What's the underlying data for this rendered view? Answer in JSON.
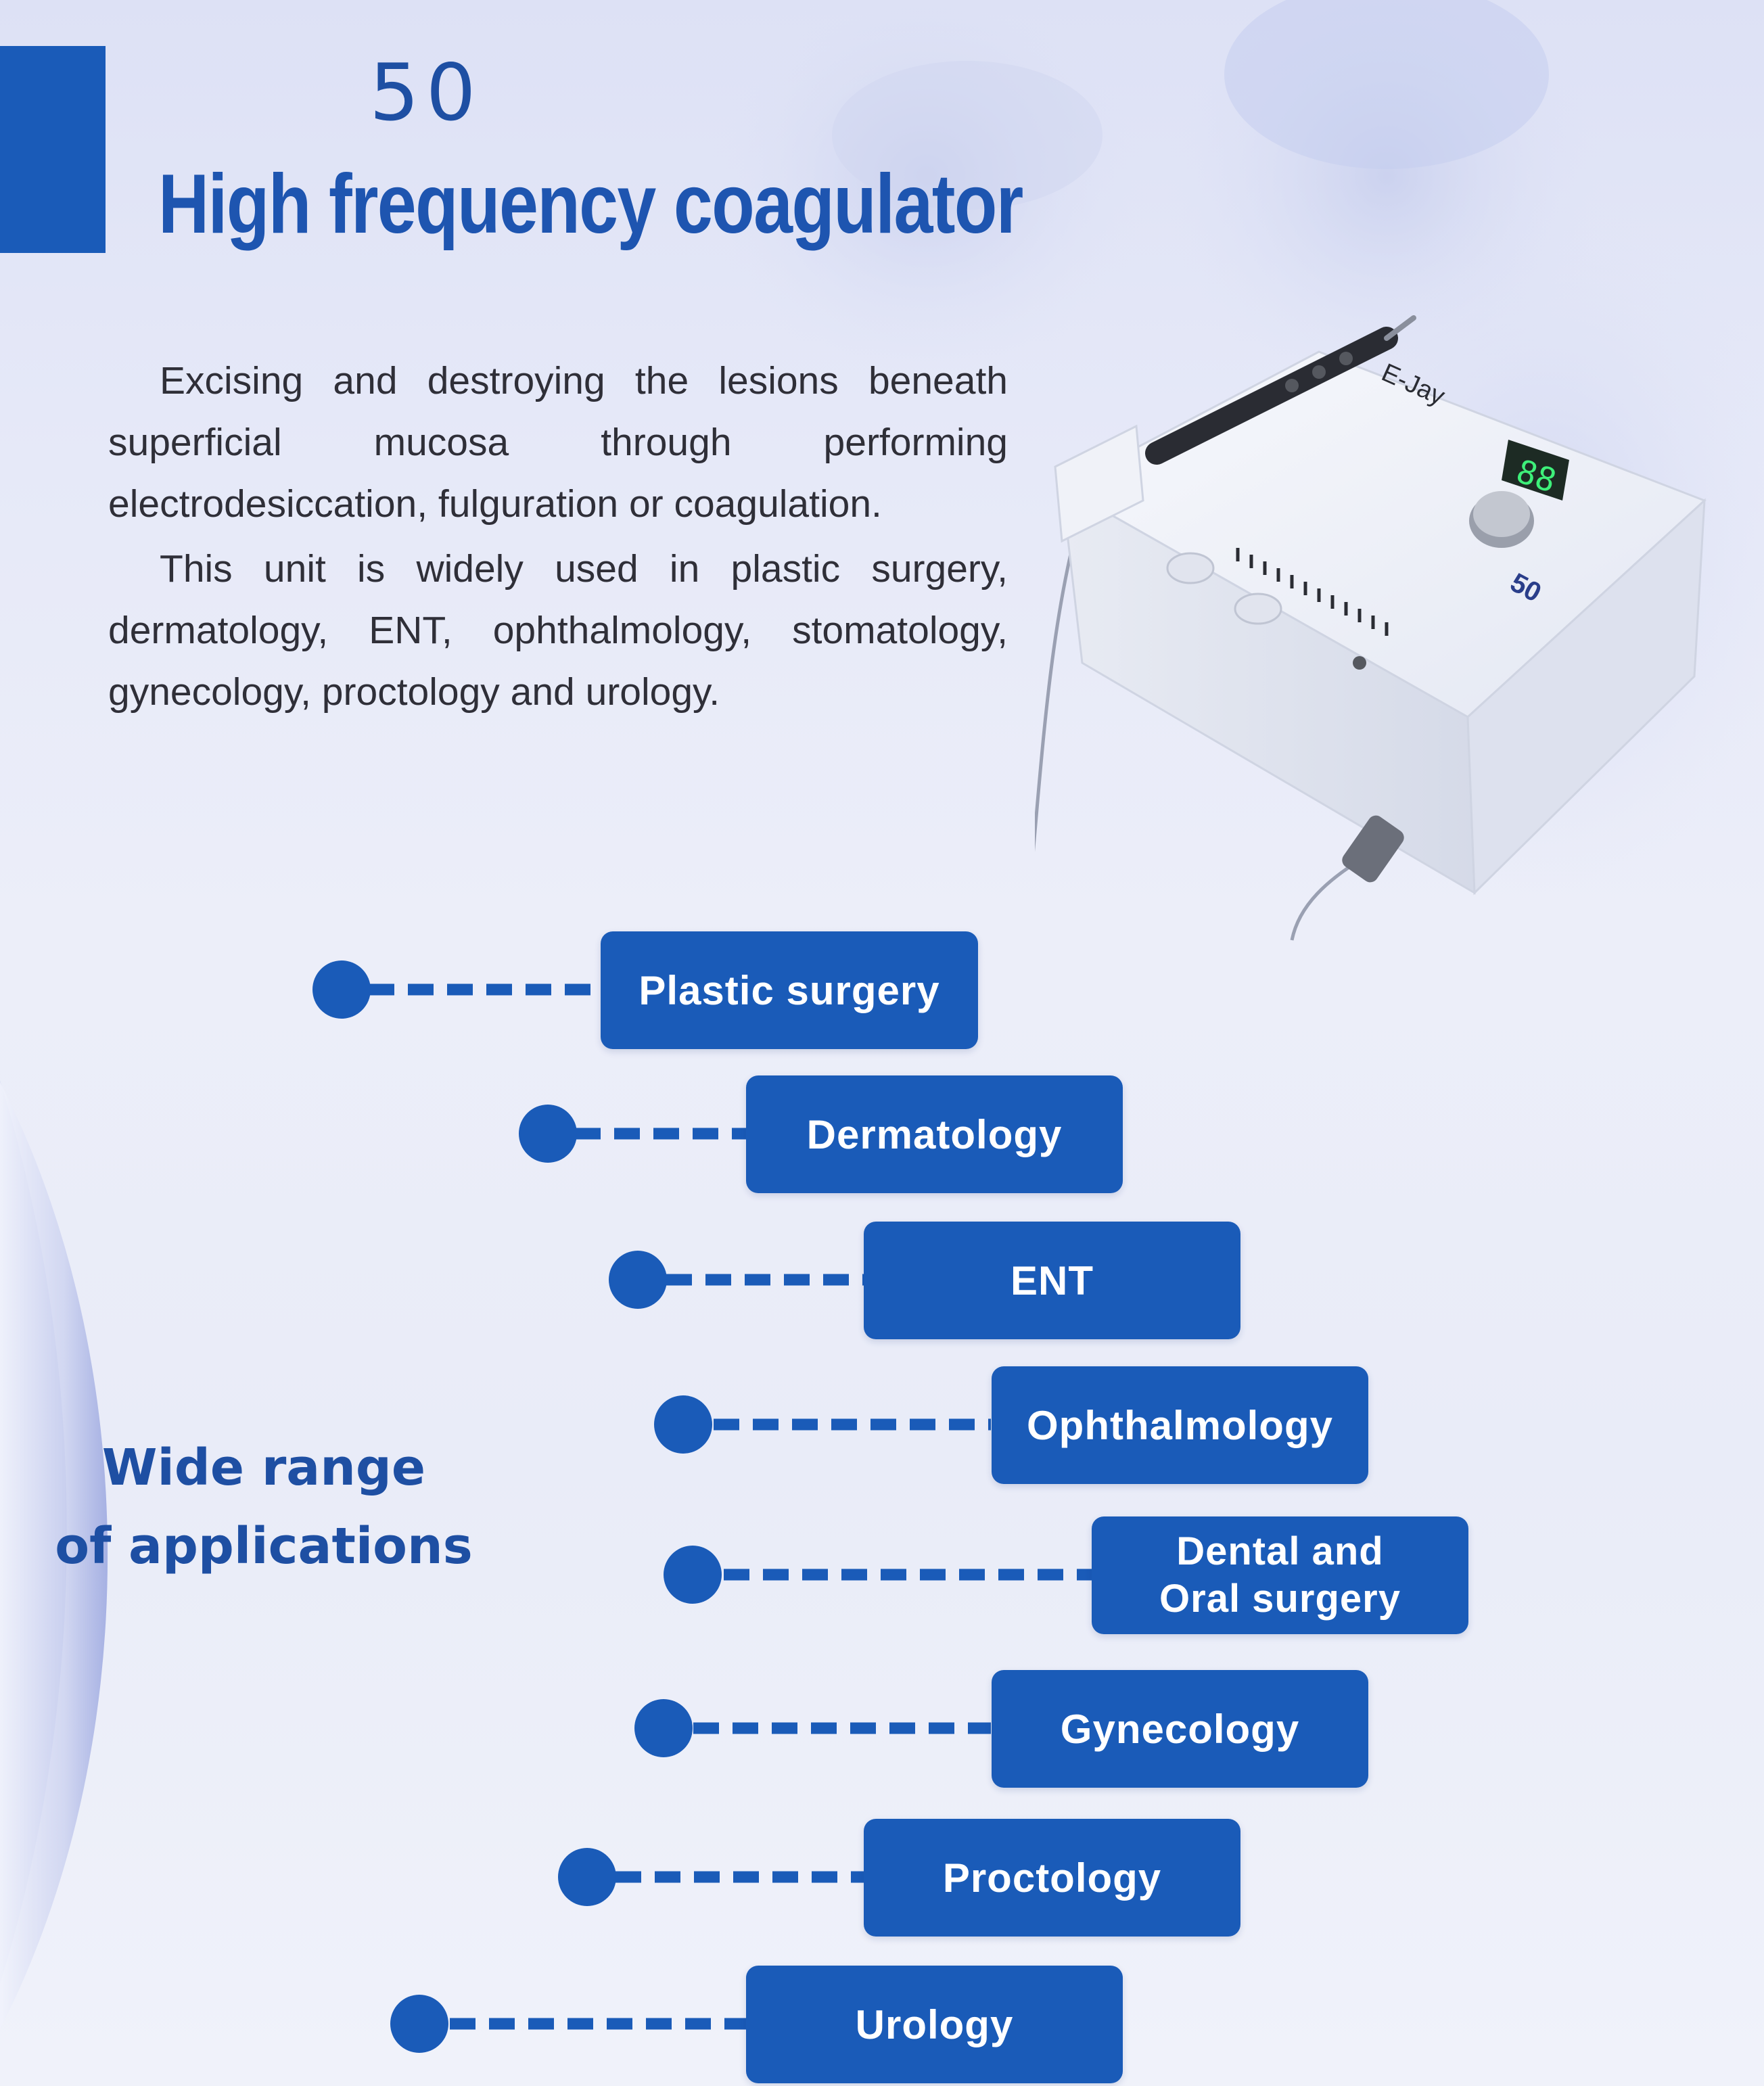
{
  "header": {
    "model_number": "50",
    "title": "High frequency coagulator"
  },
  "description": {
    "paragraph_1": "Excising and destroying the lesions beneath superficial mucosa through performing electrodesiccation, fulguration or coagulation.",
    "paragraph_2": "This unit is widely used in plastic surgery, dermatology, ENT, ophthalmology, stomatology, gynecology, proctology and urology."
  },
  "device": {
    "brand_label": "E-Jay",
    "display_readout": "88",
    "panel_number": "50"
  },
  "applications": {
    "heading": "Wide range\nof applications",
    "items": [
      {
        "label": "Plastic surgery"
      },
      {
        "label": "Dermatology"
      },
      {
        "label": "ENT"
      },
      {
        "label": "Ophthalmology"
      },
      {
        "label": "Dental   and\nOral surgery"
      },
      {
        "label": "Gynecology"
      },
      {
        "label": "Proctology"
      },
      {
        "label": "Urology"
      }
    ]
  },
  "colors": {
    "brand_blue": "#1a5bb8",
    "title_blue": "#1e55b0",
    "body_text": "#2f2f38"
  }
}
